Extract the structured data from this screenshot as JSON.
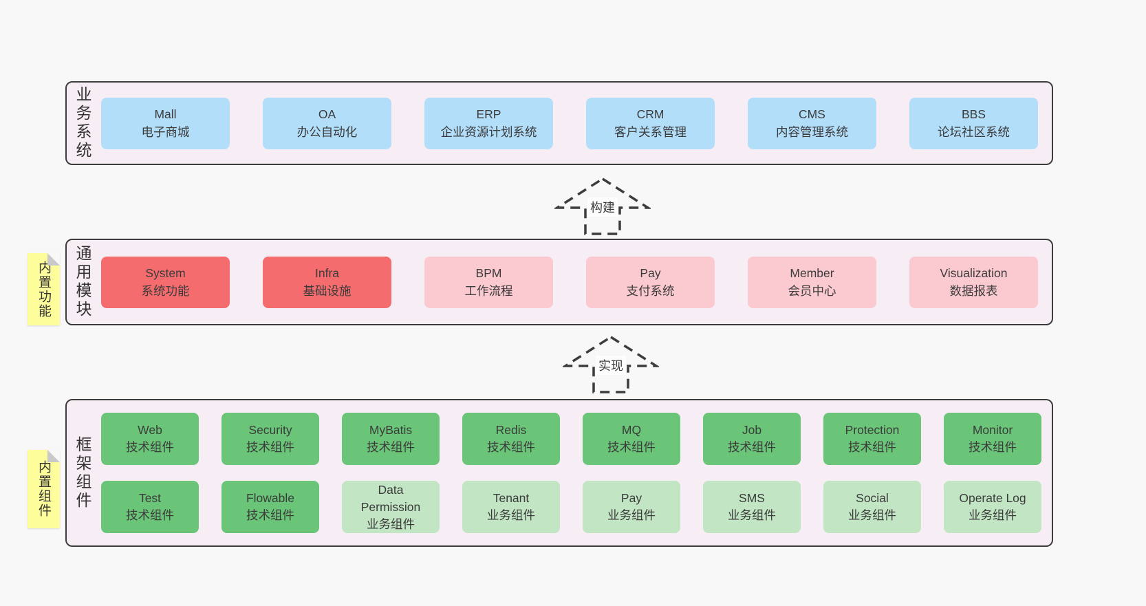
{
  "colors": {
    "blue": "#b3defa",
    "red": "#f56c6e",
    "pink": "#fbc9d0",
    "green": "#6ac578",
    "light_green": "#c2e6c4",
    "note_yellow": "#fdfd9c",
    "container_bg": "#f7edf4",
    "border": "#3c3c3c",
    "page_bg": "#f8f8f8"
  },
  "arrows": [
    {
      "label": "构建"
    },
    {
      "label": "实现"
    }
  ],
  "sections": [
    {
      "side_label": "业务系统",
      "note": null,
      "rows": [
        [
          {
            "title": "Mall",
            "subtitle": "电子商城",
            "variant": "blue"
          },
          {
            "title": "OA",
            "subtitle": "办公自动化",
            "variant": "blue"
          },
          {
            "title": "ERP",
            "subtitle": "企业资源计划系统",
            "variant": "blue"
          },
          {
            "title": "CRM",
            "subtitle": "客户关系管理",
            "variant": "blue"
          },
          {
            "title": "CMS",
            "subtitle": "内容管理系统",
            "variant": "blue"
          },
          {
            "title": "BBS",
            "subtitle": "论坛社区系统",
            "variant": "blue"
          }
        ]
      ]
    },
    {
      "side_label": "通用模块",
      "note": "内置功能",
      "rows": [
        [
          {
            "title": "System",
            "subtitle": "系统功能",
            "variant": "red"
          },
          {
            "title": "Infra",
            "subtitle": "基础设施",
            "variant": "red"
          },
          {
            "title": "BPM",
            "subtitle": "工作流程",
            "variant": "pink"
          },
          {
            "title": "Pay",
            "subtitle": "支付系统",
            "variant": "pink"
          },
          {
            "title": "Member",
            "subtitle": "会员中心",
            "variant": "pink"
          },
          {
            "title": "Visualization",
            "subtitle": "数据报表",
            "variant": "pink"
          }
        ]
      ]
    },
    {
      "side_label": "框架组件",
      "note": "内置组件",
      "rows": [
        [
          {
            "title": "Web",
            "subtitle": "技术组件",
            "variant": "green"
          },
          {
            "title": "Security",
            "subtitle": "技术组件",
            "variant": "green"
          },
          {
            "title": "MyBatis",
            "subtitle": "技术组件",
            "variant": "green"
          },
          {
            "title": "Redis",
            "subtitle": "技术组件",
            "variant": "green"
          },
          {
            "title": "MQ",
            "subtitle": "技术组件",
            "variant": "green"
          },
          {
            "title": "Job",
            "subtitle": "技术组件",
            "variant": "green"
          },
          {
            "title": "Protection",
            "subtitle": "技术组件",
            "variant": "green"
          },
          {
            "title": "Monitor",
            "subtitle": "技术组件",
            "variant": "green"
          }
        ],
        [
          {
            "title": "Test",
            "subtitle": "技术组件",
            "variant": "green"
          },
          {
            "title": "Flowable",
            "subtitle": "技术组件",
            "variant": "green"
          },
          {
            "title": "Data Permission",
            "subtitle": "业务组件",
            "variant": "light_green"
          },
          {
            "title": "Tenant",
            "subtitle": "业务组件",
            "variant": "light_green"
          },
          {
            "title": "Pay",
            "subtitle": "业务组件",
            "variant": "light_green"
          },
          {
            "title": "SMS",
            "subtitle": "业务组件",
            "variant": "light_green"
          },
          {
            "title": "Social",
            "subtitle": "业务组件",
            "variant": "light_green"
          },
          {
            "title": "Operate Log",
            "subtitle": "业务组件",
            "variant": "light_green"
          }
        ]
      ]
    }
  ]
}
